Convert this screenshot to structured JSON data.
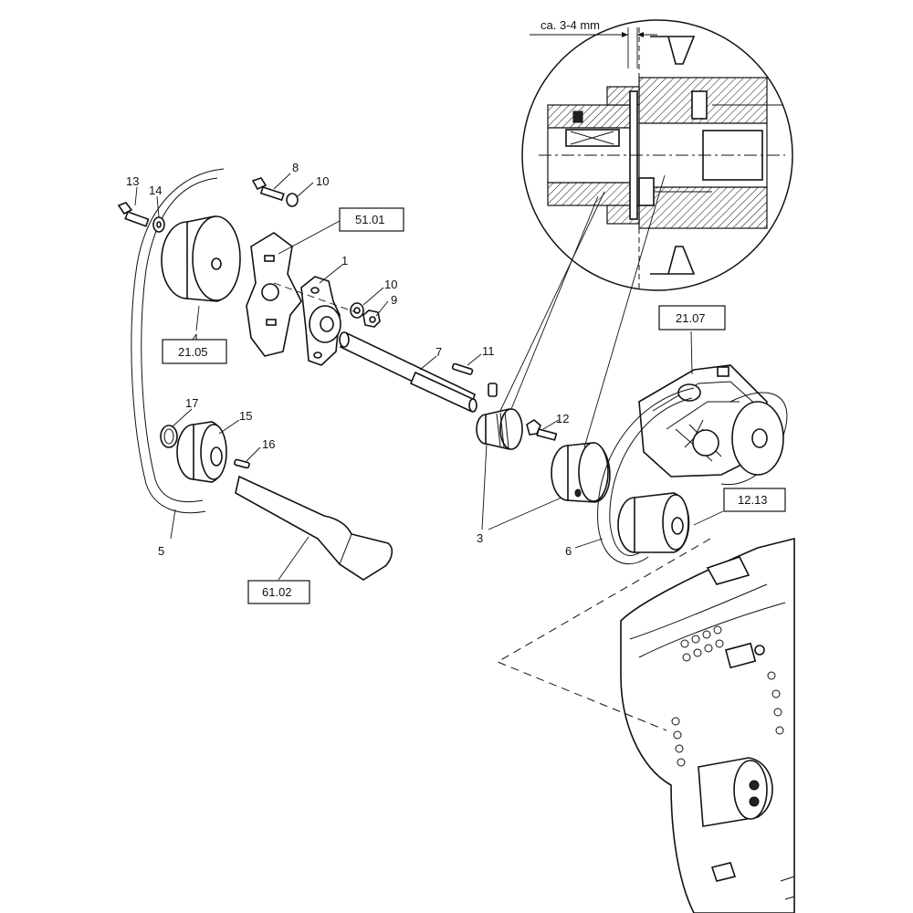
{
  "dimension_note": "ca. 3-4 mm",
  "part_numbers": {
    "p1": "1",
    "p3": "3",
    "p4": "4",
    "p5": "5",
    "p6": "6",
    "p7": "7",
    "p8": "8",
    "p9": "9",
    "p10a": "10",
    "p10b": "10",
    "p11": "11",
    "p12": "12",
    "p13": "13",
    "p14": "14",
    "p15": "15",
    "p16": "16",
    "p17": "17"
  },
  "reference_boxes": {
    "r5101": "51.01",
    "r2105": "21.05",
    "r2107": "21.07",
    "r1213": "12.13",
    "r6102": "61.02"
  }
}
